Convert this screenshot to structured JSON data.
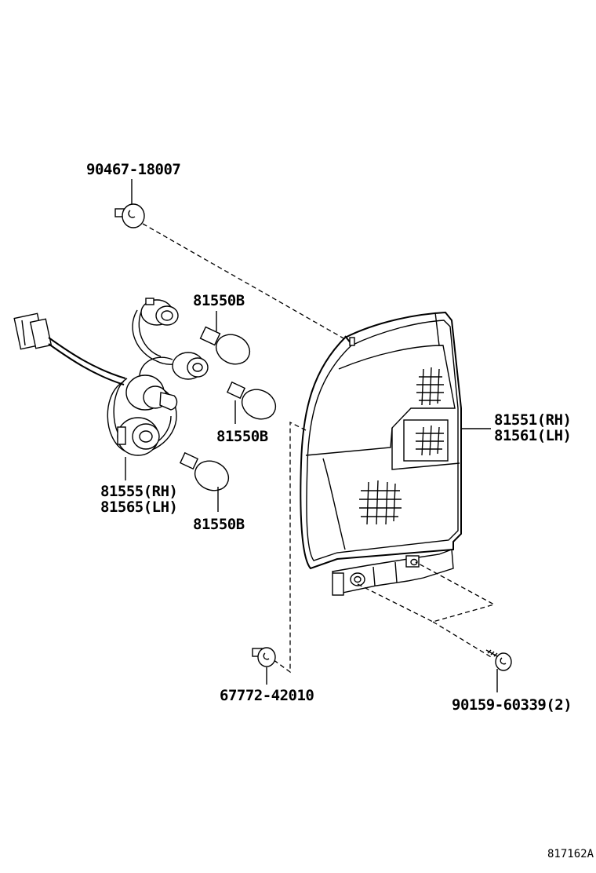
{
  "labels": {
    "clip_top": "90467-18007",
    "bulb_1": "81550B",
    "bulb_2": "81550B",
    "bulb_3": "81550B",
    "socket_rh": "81555(RH)",
    "socket_lh": "81565(LH)",
    "lamp_rh": "81551(RH)",
    "lamp_lh": "81561(LH)",
    "clip_bottom": "67772-42010",
    "screw": "90159-60339(2)",
    "diagram_id": "817162A"
  }
}
